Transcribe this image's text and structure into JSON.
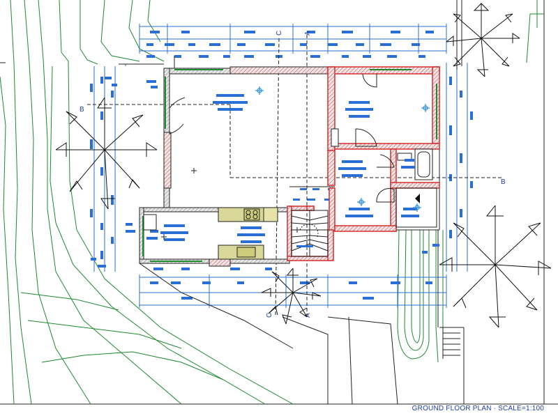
{
  "drawing": {
    "caption": "GROUND FLOOR PLAN · SCALE=1:100",
    "section_labels": {
      "c_top": "C",
      "a_top": "A",
      "c_bottom": "C",
      "a_bottom": "A",
      "b_left": "B",
      "b_right": "B"
    }
  },
  "colors": {
    "background": "#ffffff",
    "contour": "#1d8a2e",
    "dimension": "#2a6fd6",
    "wall": "#9b9b9b",
    "wall_hatch": "#d32f2f",
    "fixture": "#8a8a20",
    "line": "#222222",
    "caption": "#1e3fa6"
  },
  "icons": [
    "tree-symbol",
    "door-swing",
    "stair",
    "kitchen-appliance",
    "bathtub",
    "light-fixture",
    "north-arrow"
  ]
}
